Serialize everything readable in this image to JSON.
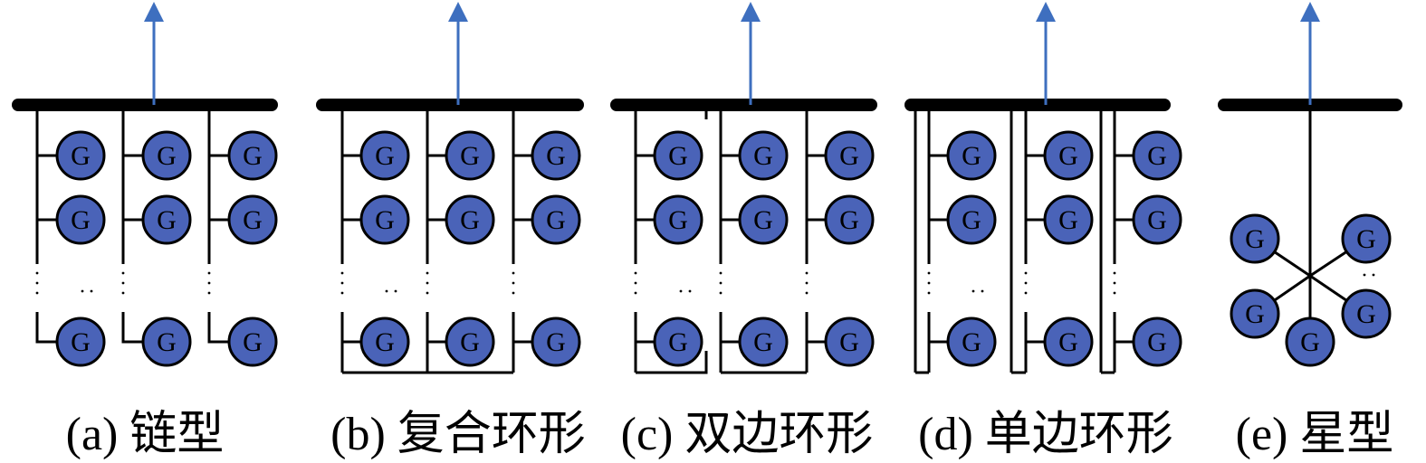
{
  "generator_symbol": "G",
  "colors": {
    "generator_fill": "#4a63b8",
    "arrow": "#3e6fbf",
    "line": "#000000"
  },
  "panels": [
    {
      "id": "a",
      "caption": "(a) 链型",
      "topology": "chain"
    },
    {
      "id": "b",
      "caption": "(b) 复合环形",
      "topology": "composite-ring"
    },
    {
      "id": "c",
      "caption": "(c) 双边环形",
      "topology": "double-sided-ring"
    },
    {
      "id": "d",
      "caption": "(d) 单边环形",
      "topology": "single-sided-ring"
    },
    {
      "id": "e",
      "caption": "(e) 星型",
      "topology": "star"
    }
  ]
}
